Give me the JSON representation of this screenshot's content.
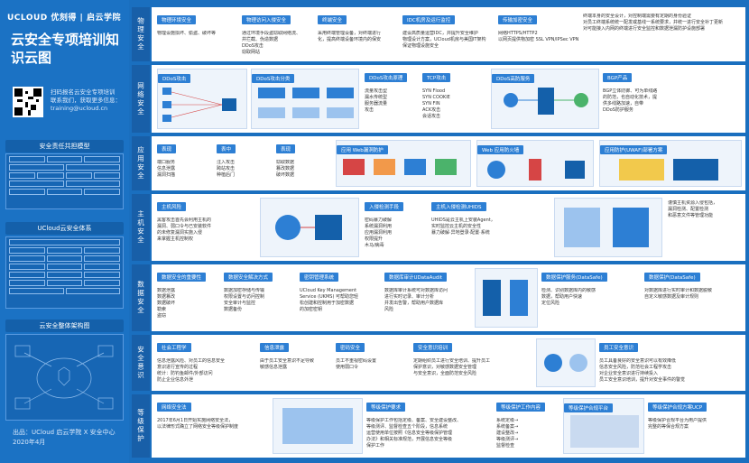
{
  "brand": {
    "logo": "UCLOUD 优刻得 | 启云学院"
  },
  "title": "云安全专项培训知识云图",
  "qr_text": "扫码报名云安全专项培训\n联系我们，获取更多信息：training@ucloud.cn",
  "left_sections": [
    {
      "title": "安全责任共担模型"
    },
    {
      "title": "UCloud云安全体系"
    },
    {
      "title": "云安全整体架构图"
    }
  ],
  "footer": {
    "line1": "出品：UCloud 启云学院 X 安全中心",
    "line2": "2020年4月"
  },
  "rows": [
    {
      "category": "物理安全",
      "cards": [
        {
          "head": "物理环境安全",
          "body": "物理设施损坏、偷盗、破坏等"
        },
        {
          "head": "物理访问入侵安全",
          "body": "通过环境手段盗窃取网络流、\n并拦截、伪造数据\nDDoS攻击\n窃取网站"
        },
        {
          "head": "终端安全",
          "body": "采用终端管理设备，对终端进行\n化，提高终端设备环境内的保安"
        },
        {
          "head": "IDC机房及运行监控",
          "body": "建设高质量运营IDC，并提升安全维护\n物理设计方案，UCloud机房与美国IT架构\n保证物理设施安全"
        },
        {
          "head": "传输加密安全",
          "body": "网络HTTPS/HTTP2\n以网页提供物加密 SSL VPN/IPSec VPN"
        },
        {
          "head": "",
          "body": "终端本身的安全设计，对控制端需要有定期的身份验证\n对员工终端系统统一配发或基线一系统要求，并统一进行安全补丁更新\n对可能接入内网的终端进行安全监控和数据泄漏防护设施部署"
        }
      ]
    },
    {
      "category": "网络安全",
      "cards": [
        {
          "head": "DDoS攻击",
          "body": ""
        },
        {
          "head": "DDoS攻击分类",
          "body": ""
        },
        {
          "head": "DDoS攻击原理",
          "body": "流量攻击型\n漏水传统型\n服务器流量\n攻击"
        },
        {
          "head": "TCP攻击",
          "body": "SYN Flood\nSYN COOKIE\nSYN FIN\nACK攻击\n会话攻击"
        },
        {
          "head": "DDoS高防服务",
          "body": ""
        },
        {
          "head": "BGP产品",
          "body": "BGP立体防御、可为单线路\n的防范，也自动化技术，提\n供多线路加速，自带\nDDoS防护服务"
        }
      ]
    },
    {
      "category": "应用安全",
      "cards": [
        {
          "head": "表现",
          "body": "端口服务\n信息泄露\n漏洞扫描"
        },
        {
          "head": "表中",
          "body": "注入攻击\n跨站攻击\n种植后门"
        },
        {
          "head": "表现",
          "body": "窃取数据\n篡改数据\n破坏数据"
        },
        {
          "head": "应用 Web漏洞防护",
          "body": ""
        },
        {
          "head": "Web 应用防火墙",
          "body": ""
        },
        {
          "head": "应用防护(UWAF)部署方案",
          "body": ""
        }
      ]
    },
    {
      "category": "主机安全",
      "cards": [
        {
          "head": "主机风险",
          "body": "黑客攻击首先会利用主机的\n漏洞、弱口令与已安装软件\n的未修复漏洞实施入侵\n来掌握主机控制权"
        },
        {
          "head": "入侵检测手段",
          "body": "密码暴力破解\n系统漏洞利用\n应用漏洞利用\n权限提升\n木马/病毒"
        },
        {
          "head": "主机入侵检测UHIDS",
          "body": "UHIDS是云主机上安装Agent，\n实时监控云主机的安全性\n暴力破解·异地登录·配置·系统"
        },
        {
          "head": "",
          "body": "谨慎主机资源入侵包括，\n漏洞检测、配置检测\n和恶意文件等管理功能"
        }
      ]
    },
    {
      "category": "数据安全",
      "cards": [
        {
          "head": "数据安全的重要性",
          "body": "数据泄露\n数据篡改\n数据破坏\n勒索\n盗窃"
        },
        {
          "head": "数据安全解决方式",
          "body": "数据加密存储与传输\n权限设置与访问控制\n安全审计与监控\n数据备份"
        },
        {
          "head": "密钥管理系统",
          "body": "UCloud Key Management\nService (UKMS) 可帮助您轻\n松创建和控制用于加密数据\n的加密密钥"
        },
        {
          "head": "数据库审计UDataAudit",
          "body": "数据库审计系统可对数据库访问\n进行实时记录、审计分析\n并发出告警，帮助用户数据库\n风险"
        },
        {
          "head": "数据保护服务(DataSafe)",
          "body": "检测、识别数据库内的敏感\n数据，帮助用户快速\n定位风险"
        },
        {
          "head": "数据保护(DataSafe)",
          "body": "对数据库进行实时审计和数据脱敏\n自定义敏感数据及审计规则"
        }
      ]
    },
    {
      "category": "安全意识",
      "cards": [
        {
          "head": "社会工程学",
          "body": "信息泄露风险、对员工的信息安全\n意识进行宣传的过程\n统计：防钓鱼邮件/外部访问\n防止企业信息外泄"
        },
        {
          "head": "信息泄露",
          "body": "由于员工安全意识不足导致\n敏感信息泄露"
        },
        {
          "head": "密码安全",
          "body": "员工不重视密码设置\n使用弱口令"
        },
        {
          "head": "安全意识培训",
          "body": "定期组织员工进行安全培训、提升员工\n保护意识，对敏感数据安全管理\n与安全意识，全面防范安全风险"
        },
        {
          "head": "员工安全意识",
          "body": "员工具备良好的安全意识可以有效降低\n信息安全风险，防范社会工程学攻击\n对企业安全意识进行持续投入\n员工安全意识培训，提升对安全事件的警觉"
        }
      ]
    },
    {
      "category": "等级保护",
      "cards": [
        {
          "head": "网络安全法",
          "body": "2017年6月1日开始实施网络安全法，\n以法律形式确立了网络安全等级保护制度"
        },
        {
          "head": "等级保护要求",
          "body": "等级保护工作包括定级、备案、安全建设整改、\n等级测评、监督检查五个阶段，信息系统\n运营使用单位按照《信息安全等级保护管理\n办法》和相关标准规范，开展信息安全等级\n保护工作"
        },
        {
          "head": "等级保护工作内容",
          "body": "系统定级→\n系统备案→\n建设整改→\n等级测评→\n监督检查"
        },
        {
          "head": "等级保护合规平台",
          "body": ""
        },
        {
          "head": "等级保护合规方案UCP",
          "body": "等级保护合规平台为用户提供\n完整的等保合规方案"
        }
      ]
    }
  ],
  "colors": {
    "background": "#1a6fbf",
    "card_head": "#2d7fd4",
    "panel": "#1766b4"
  }
}
